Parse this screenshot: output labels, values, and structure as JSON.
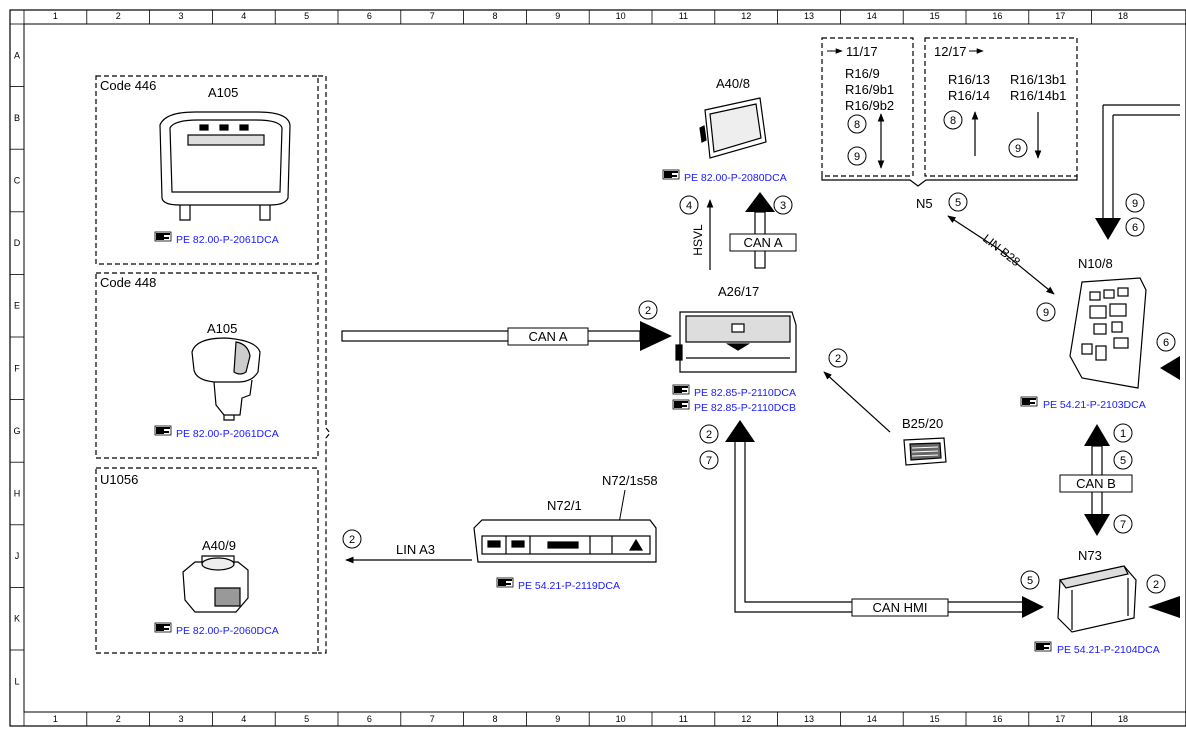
{
  "grid": {
    "columns": [
      "1",
      "2",
      "3",
      "4",
      "5",
      "6",
      "7",
      "8",
      "9",
      "10",
      "11",
      "12",
      "13",
      "14",
      "15",
      "16",
      "17",
      "18"
    ],
    "rows": [
      "A",
      "B",
      "C",
      "D",
      "E",
      "F",
      "G",
      "H",
      "J",
      "K",
      "L"
    ]
  },
  "groups": {
    "code446": {
      "label": "Code 446",
      "part": "A105",
      "ref": "PE 82.00-P-2061DCA"
    },
    "code448": {
      "label": "Code 448",
      "part": "A105",
      "ref": "PE 82.00-P-2061DCA"
    },
    "u1056": {
      "label": "U1056",
      "part": "A40/9",
      "ref": "PE 82.00-P-2060DCA"
    }
  },
  "components": {
    "a40_8": {
      "label": "A40/8",
      "ref": "PE 82.00-P-2080DCA"
    },
    "a26_17": {
      "label": "A26/17",
      "ref1": "PE 82.85-P-2110DCA",
      "ref2": "PE 82.85-P-2110DCB"
    },
    "b25_20": {
      "label": "B25/20"
    },
    "n72_1": {
      "label": "N72/1",
      "sub": "N72/1s58",
      "ref": "PE 54.21-P-2119DCA"
    },
    "n10_8": {
      "label": "N10/8",
      "ref": "PE 54.21-P-2103DCA"
    },
    "n73": {
      "label": "N73",
      "ref": "PE 54.21-P-2104DCA"
    },
    "n5": {
      "label": "N5"
    }
  },
  "buses": {
    "can_a_left": "CAN A",
    "can_a_top": "CAN A",
    "hsvl": "HSVL",
    "lin_a3": "LIN A3",
    "lin_b28": "LIN B28",
    "can_hmi": "CAN HMI",
    "can_b": "CAN B"
  },
  "steps": {
    "s2_cana": "2",
    "s4": "4",
    "s3": "3",
    "s2_b25": "2",
    "s2_a26": "2",
    "s7_a26": "7",
    "s2_lin": "2",
    "s5_n5": "5",
    "s9_n10": "9",
    "s9_top": "9",
    "s6_top": "6",
    "s6_right": "6",
    "s1": "1",
    "s5_canb": "5",
    "s7_canb": "7",
    "s5_n73": "5",
    "s2_n73": "2",
    "s8_l": "8",
    "s9_l": "9",
    "s8_r": "8",
    "s9_r": "9"
  },
  "resistors": {
    "left_head": "11/17",
    "left_lines": [
      "R16/9",
      "R16/9b1",
      "R16/9b2"
    ],
    "right_head": "12/17",
    "right_col1": [
      "R16/13",
      "R16/14"
    ],
    "right_col2": [
      "R16/13b1",
      "R16/14b1"
    ]
  },
  "icons": {
    "reference": "pointing-hand-book-icon"
  }
}
